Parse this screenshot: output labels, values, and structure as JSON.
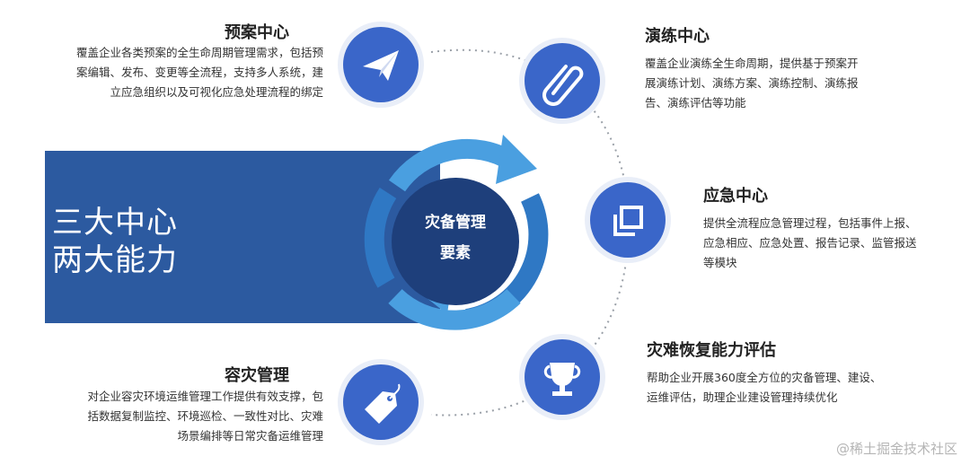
{
  "banner": {
    "line1": "三大中心",
    "line2": "两大能力"
  },
  "center": {
    "line1": "灾备管理",
    "line2": "要素"
  },
  "nodes": {
    "plan": {
      "title": "预案中心",
      "lines": [
        "覆盖企业各类预案的全生命周期管理需求，包括预",
        "案编辑、发布、变更等全流程，支持多人系统，建",
        "立应急组织以及可视化应急处理流程的绑定"
      ],
      "icon": "paper-plane-icon"
    },
    "drill": {
      "title": "演练中心",
      "lines": [
        "覆盖企业演练全生命周期，提供基于预案开",
        "展演练计划、演练方案、演练控制、演练报",
        "告、演练评估等功能"
      ],
      "icon": "paperclip-icon"
    },
    "emergency": {
      "title": "应急中心",
      "lines": [
        "提供全流程应急管理过程，包括事件上报、",
        "应急相应、应急处置、报告记录、监管报送",
        "等模块"
      ],
      "icon": "copy-icon"
    },
    "recovery": {
      "title": "灾难恢复能力评估",
      "lines": [
        "帮助企业开展360度全方位的灾备管理、建设、",
        "运维评估，助理企业建设管理持续优化"
      ],
      "icon": "trophy-icon"
    },
    "ops": {
      "title": "容灾管理",
      "lines": [
        "对企业容灾环境运维管理工作提供有效支撑，包",
        "括数据复制监控、环境巡检、一致性对比、灾难",
        "场景编排等日常灾备运维管理"
      ],
      "icon": "tag-icon"
    }
  },
  "watermark": "@稀土掘金技术社区",
  "colors": {
    "banner": "#2c5aa0",
    "node": "#3a66c9",
    "ring_light": "#4a9fe0",
    "ring_dark": "#2f78c4",
    "disc": "#1e3f7b"
  }
}
